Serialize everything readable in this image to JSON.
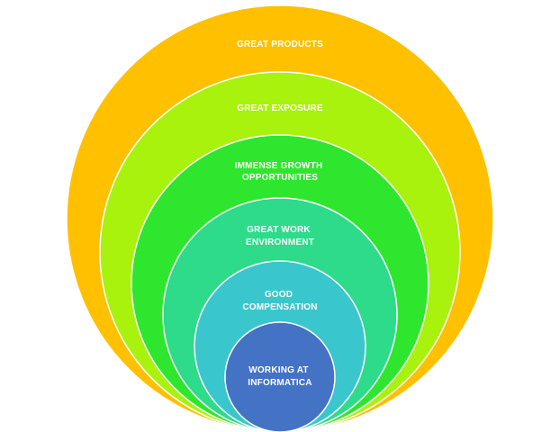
{
  "diagram": {
    "type": "nested-circles",
    "layers": [
      {
        "id": "great-products",
        "lines": [
          "GREAT PRODUCTS"
        ],
        "color": "#FFC000"
      },
      {
        "id": "great-exposure",
        "lines": [
          "GREAT EXPOSURE"
        ],
        "color": "#A8F20E"
      },
      {
        "id": "immense-growth-opportunities",
        "lines": [
          "IMMENSE GROWTH",
          "OPPORTUNITIES"
        ],
        "color": "#2EE62E"
      },
      {
        "id": "great-work-environment",
        "lines": [
          "GREAT WORK",
          "ENVIRONMENT"
        ],
        "color": "#2DDB8B"
      },
      {
        "id": "good-compensation",
        "lines": [
          "GOOD",
          "COMPENSATION"
        ],
        "color": "#3AC6CD"
      },
      {
        "id": "working-at-informatica",
        "lines": [
          "WORKING AT",
          "INFORMATICA"
        ],
        "color": "#4472C4"
      }
    ]
  }
}
